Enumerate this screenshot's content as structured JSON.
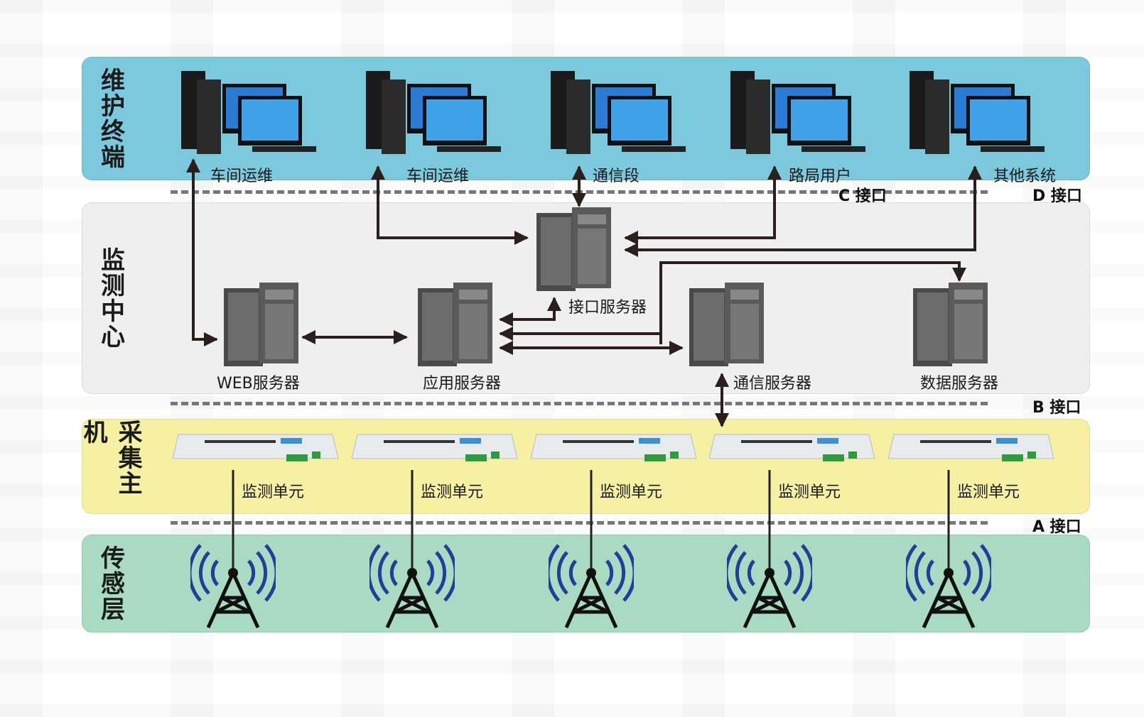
{
  "layers": {
    "terminal": "维护终端",
    "center": "监测中心",
    "collector": "采集主机",
    "sensor": "传感层"
  },
  "interfaces": {
    "c": "C 接口",
    "d": "D 接口",
    "b": "B 接口",
    "a": "A 接口"
  },
  "terminals": [
    "车间运维",
    "车间运维",
    "通信段",
    "路局用户",
    "其他系统"
  ],
  "servers": {
    "interface": "接口服务器",
    "web": "WEB服务器",
    "app": "应用服务器",
    "comm": "通信服务器",
    "data": "数据服务器"
  },
  "units": [
    "监测单元",
    "监测单元",
    "监测单元",
    "监测单元",
    "监测单元"
  ],
  "colors": {
    "terminal_band": "#7cc8dd",
    "center_band": "#f0f0f0",
    "collector_band": "#f6f1a2",
    "sensor_band": "#a9dbc3",
    "arrow": "#2a1f1c",
    "antenna_wave": "#1f3f99"
  },
  "icons": [
    "workstation-icon",
    "server-icon",
    "monitor-unit-icon",
    "antenna-tower-icon"
  ]
}
